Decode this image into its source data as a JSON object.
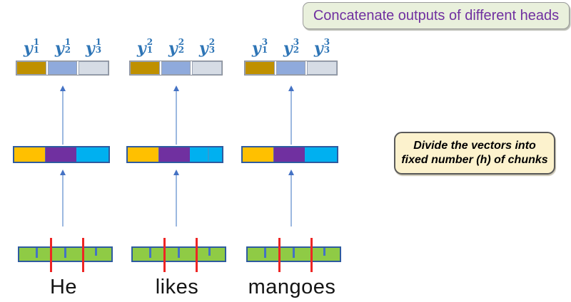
{
  "title_box": {
    "label": "Concatenate outputs of different heads"
  },
  "note_box": {
    "line1": "Divide the vectors into",
    "line2": "fixed number (h) of chunks"
  },
  "columns": [
    {
      "word": "He",
      "labels": [
        {
          "base": "y",
          "sup": "1",
          "sub": "1"
        },
        {
          "base": "y",
          "sup": "1",
          "sub": "2"
        },
        {
          "base": "y",
          "sup": "1",
          "sub": "3"
        }
      ]
    },
    {
      "word": "likes",
      "labels": [
        {
          "base": "y",
          "sup": "2",
          "sub": "1"
        },
        {
          "base": "y",
          "sup": "2",
          "sub": "2"
        },
        {
          "base": "y",
          "sup": "2",
          "sub": "3"
        }
      ]
    },
    {
      "word": "mangoes",
      "labels": [
        {
          "base": "y",
          "sup": "3",
          "sub": "1"
        },
        {
          "base": "y",
          "sup": "3",
          "sub": "2"
        },
        {
          "base": "y",
          "sup": "3",
          "sub": "3"
        }
      ]
    }
  ],
  "colors": {
    "head1": "#BF9000",
    "head2": "#8FAADC",
    "head3": "#D6DCE5",
    "chunk1": "#FFC000",
    "chunk2": "#7030A0",
    "chunk3": "#00B0F0",
    "vector_green": "#8FCB45",
    "divider_red": "#EE2524",
    "label_blue": "#2E75B6",
    "title_text": "#7030A0"
  }
}
